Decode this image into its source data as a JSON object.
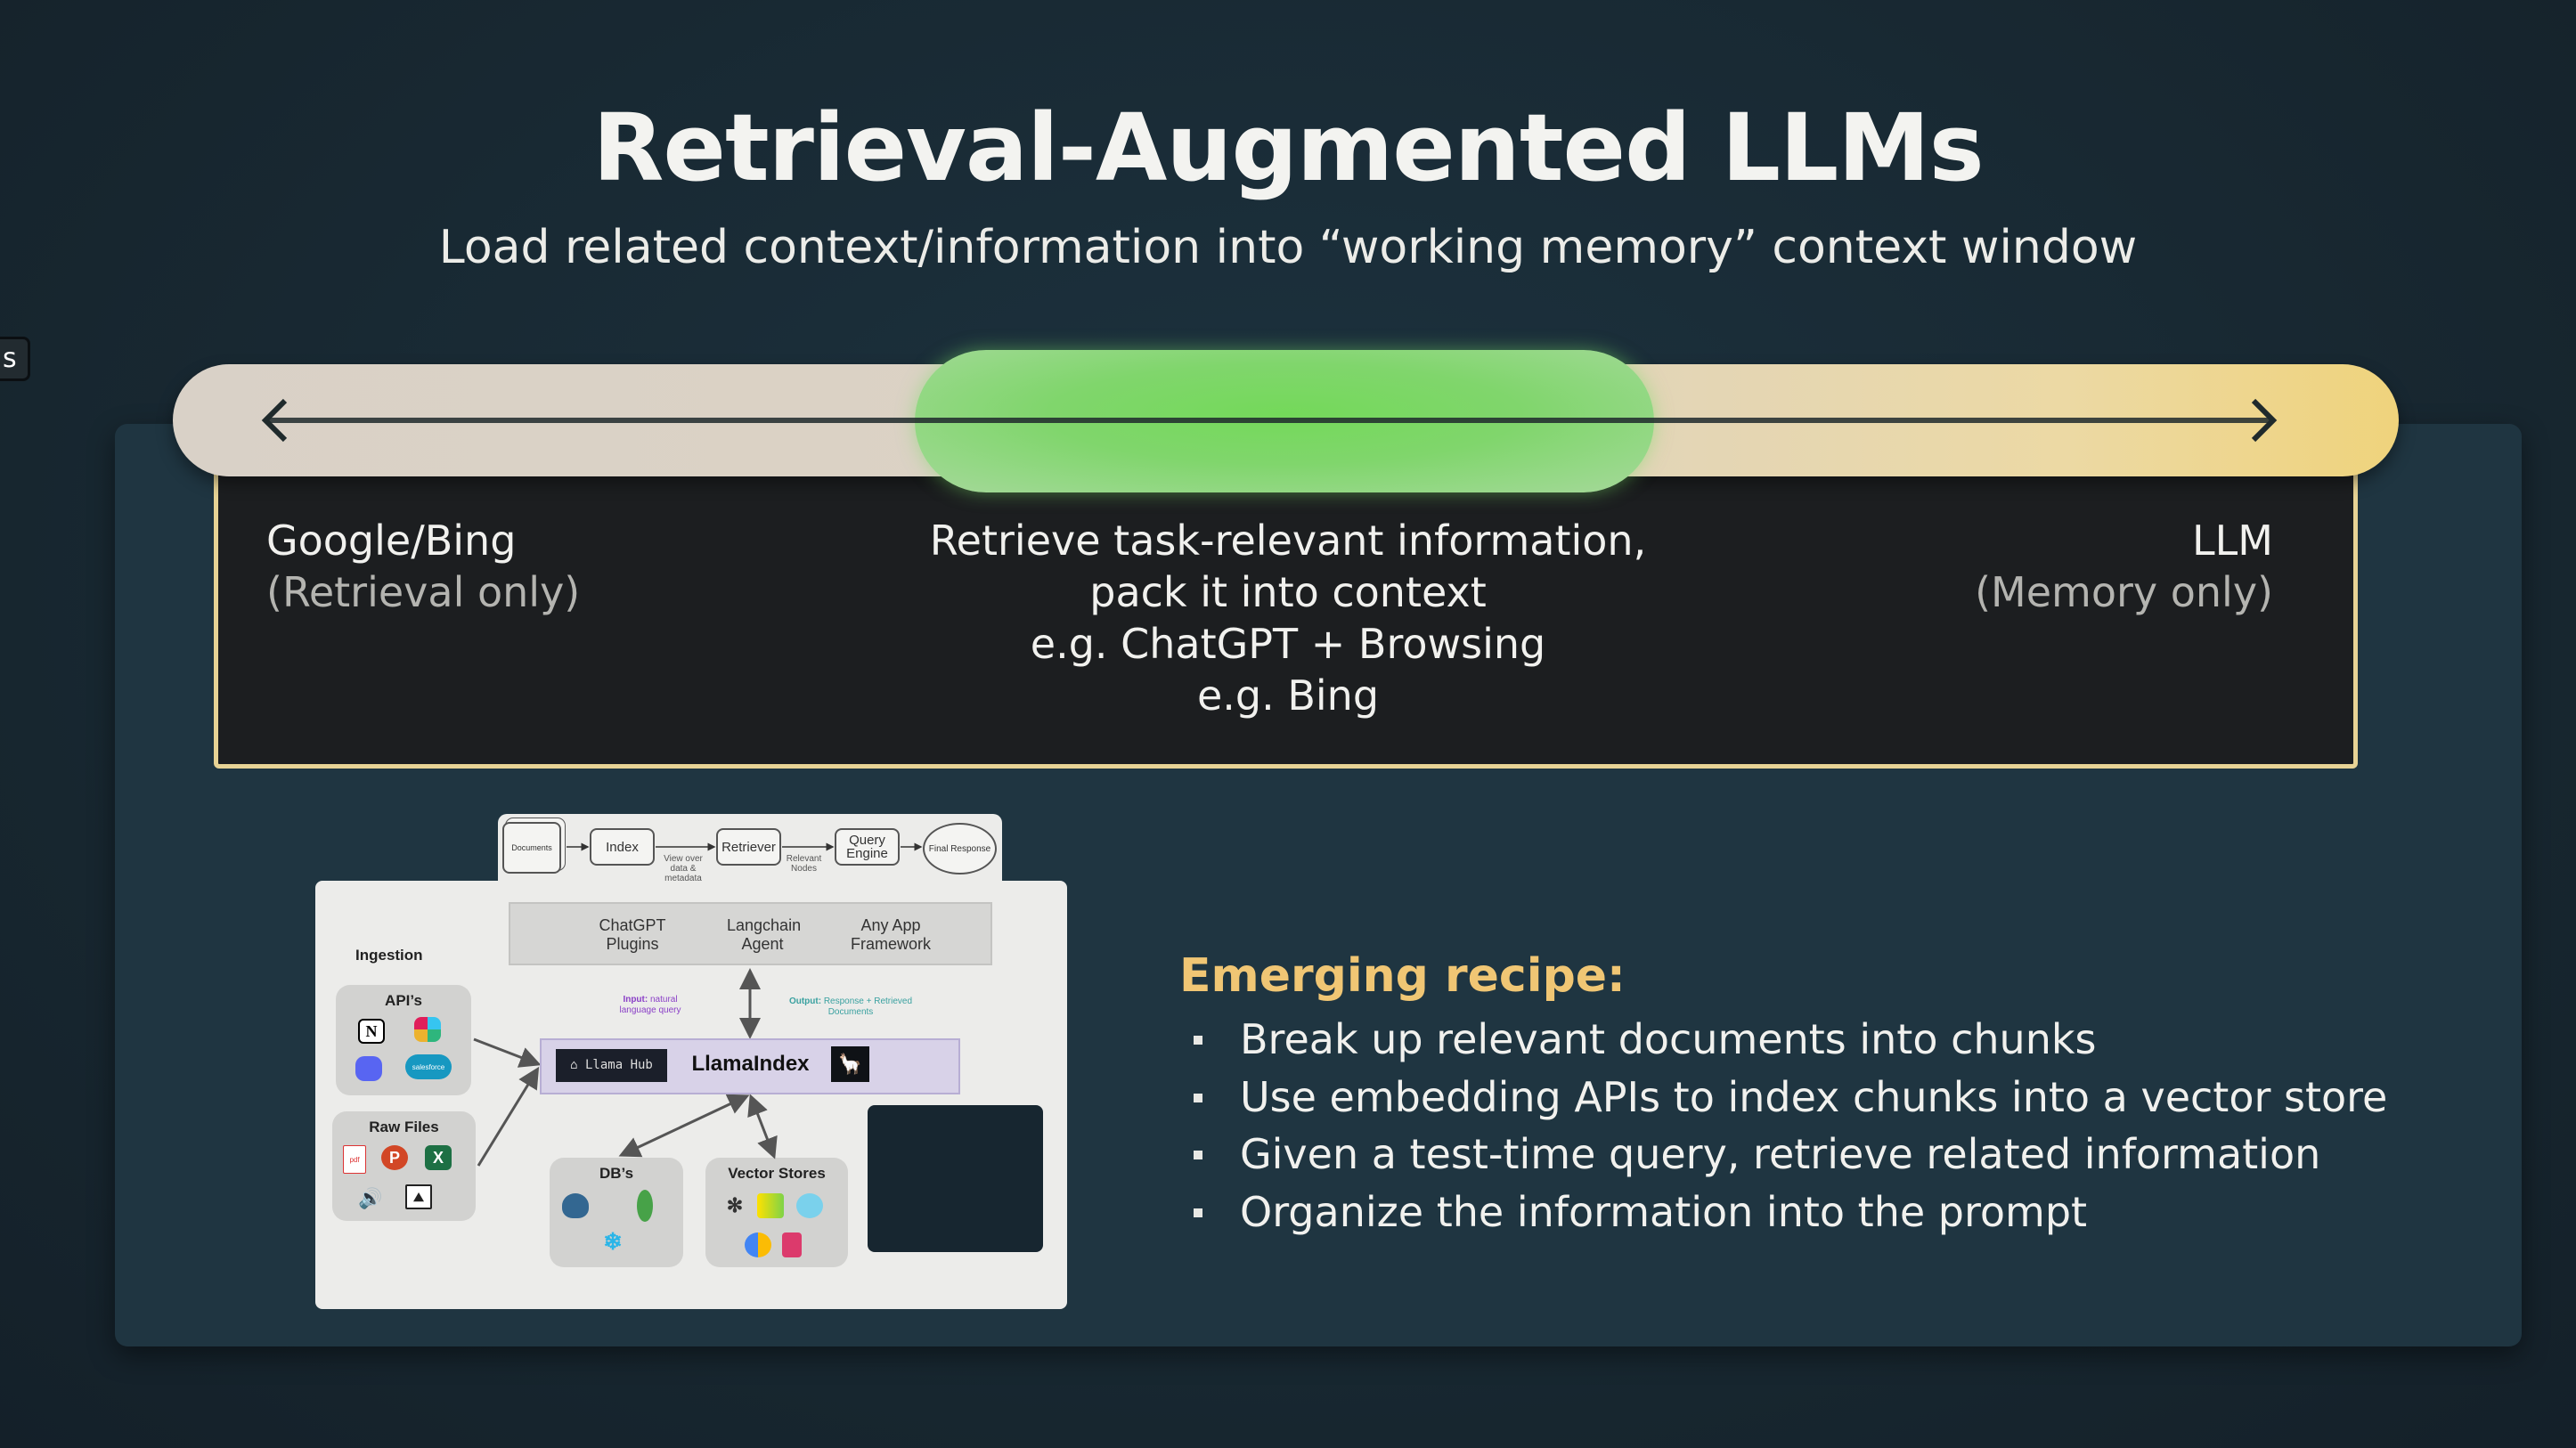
{
  "slide": {
    "title": "Retrieval-Augmented LLMs",
    "subtitle": "Load related context/information into “working memory” context window",
    "side_tab": "s"
  },
  "spectrum": {
    "left": {
      "title": "Google/Bing",
      "note": "(Retrieval only)"
    },
    "middle": {
      "lines": [
        "Retrieve task-relevant information,",
        "pack it into context",
        "e.g. ChatGPT + Browsing",
        "e.g. Bing"
      ]
    },
    "right": {
      "title": "LLM",
      "note": "(Memory only)"
    },
    "colors": {
      "bar_start": "#d9d1c7",
      "bar_end": "#efd37c",
      "highlight": "#7ed66a",
      "border": "#e7d395"
    }
  },
  "diagram": {
    "flow": {
      "documents": "Documents",
      "index": "Index",
      "view_note": "View over data & metadata",
      "retriever": "Retriever",
      "nodes_note": "Relevant Nodes",
      "query_engine": "Query Engine",
      "final": "Final Response"
    },
    "apps": [
      "ChatGPT Plugins",
      "Langchain Agent",
      "Any App Framework"
    ],
    "ingestion": "Ingestion",
    "apis": "API’s",
    "raw_files": "Raw Files",
    "input_label": "Input:",
    "input_text": "natural language query",
    "output_label": "Output:",
    "output_text": "Response + Retrieved Documents",
    "llama_hub": "Llama Hub",
    "llamaindex": "LlamaIndex",
    "dbs": "DB’s",
    "vector_stores": "Vector Stores",
    "salesforce": "salesforce",
    "pdf": "pdf"
  },
  "recipe": {
    "heading": "Emerging recipe:",
    "items": [
      "Break up relevant documents into chunks",
      "Use embedding APIs to index chunks into a vector store",
      "Given a test-time query, retrieve related information",
      "Organize the information into the prompt"
    ],
    "accent": "#f0c674"
  }
}
